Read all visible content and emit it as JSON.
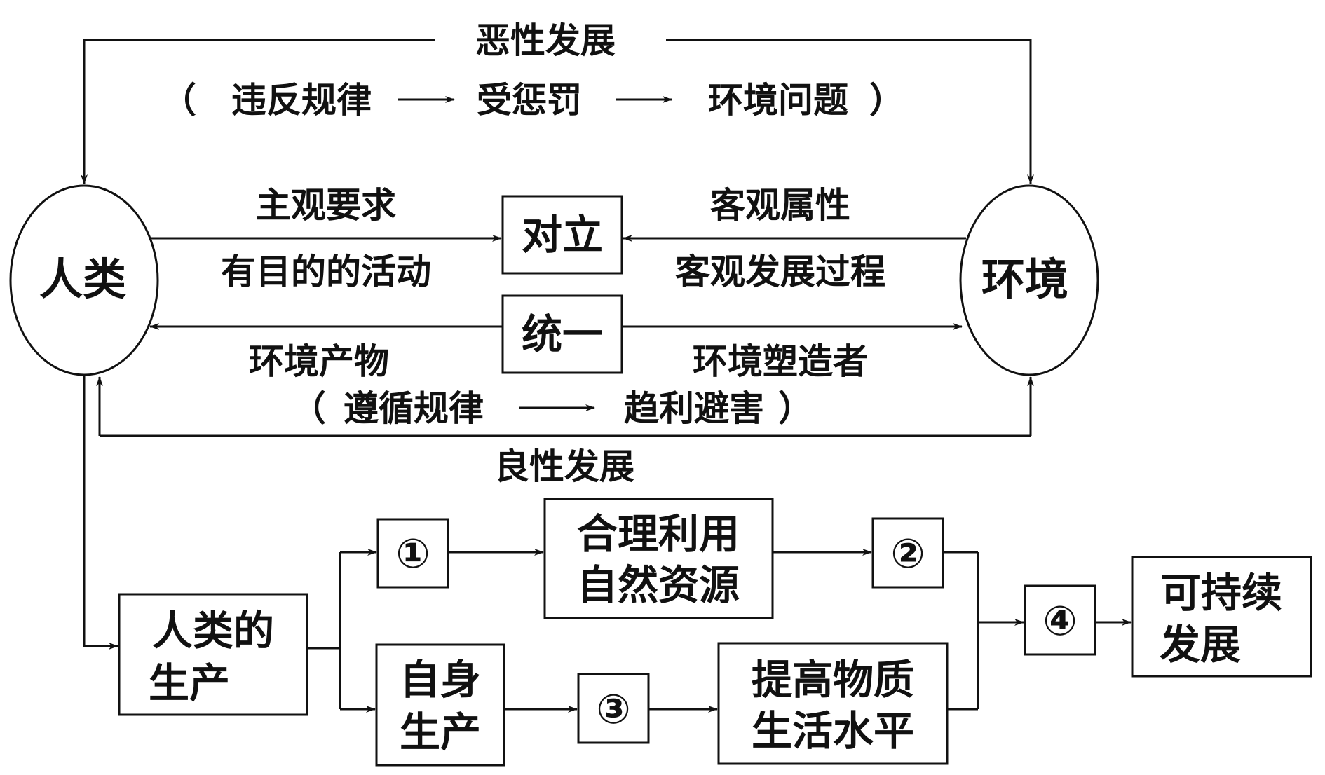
{
  "nodes": {
    "humans": "人类",
    "environment": "环境",
    "opposition": "对立",
    "unity": "统一",
    "human_production": [
      "人类的",
      "生产"
    ],
    "rational_use": [
      "合理利用",
      "自然资源"
    ],
    "self_production": [
      "自身",
      "生产"
    ],
    "living_standard": [
      "提高物质",
      "生活水平"
    ],
    "sustainable": [
      "可持续",
      "发展"
    ],
    "blank1": "①",
    "blank2": "②",
    "blank3": "③",
    "blank4": "④"
  },
  "labels": {
    "vicious": "恶性发展",
    "vicious_chain": {
      "open": "（",
      "steps": [
        "违反规律",
        "受惩罚",
        "环境问题"
      ],
      "close": "）"
    },
    "subjective_demand": "主观要求",
    "purposeful_activity": "有目的的活动",
    "objective_attribute": "客观属性",
    "objective_process": "客观发展过程",
    "env_product": "环境产物",
    "env_shaper": "环境塑造者",
    "benign_chain": {
      "open": "（",
      "steps": [
        "遵循规律",
        "趋利避害"
      ],
      "close": "）"
    },
    "benign": "良性发展"
  }
}
